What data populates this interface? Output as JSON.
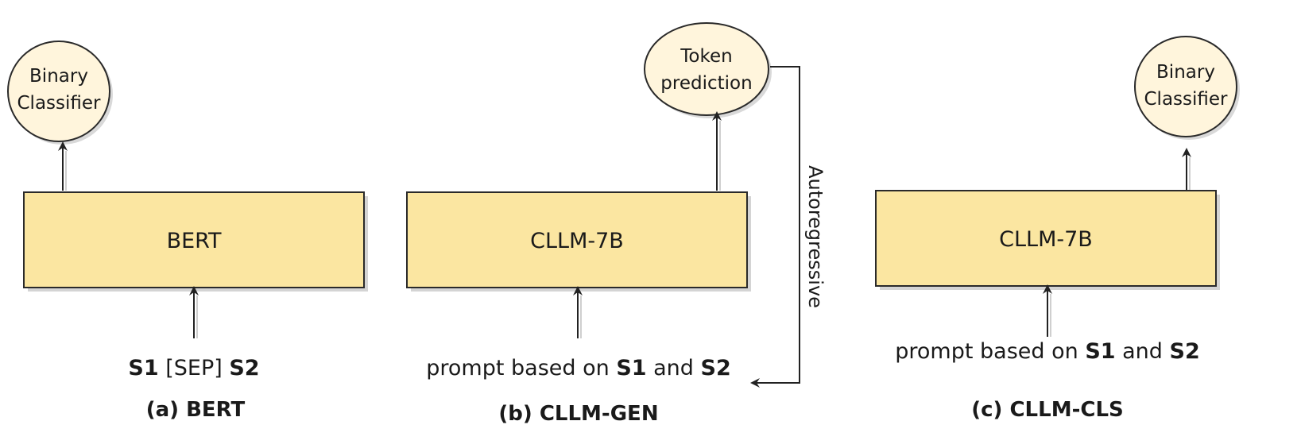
{
  "panels": [
    {
      "id": "a",
      "model_label": "BERT",
      "head_label_lines": [
        "Binary",
        "Classifier"
      ],
      "input_parts": [
        {
          "text": "S1",
          "bold": true
        },
        {
          "text": " [SEP] ",
          "bold": false
        },
        {
          "text": "S2",
          "bold": true
        }
      ],
      "caption": "(a) BERT"
    },
    {
      "id": "b",
      "model_label": "CLLM-7B",
      "head_label_lines": [
        "Token",
        "prediction"
      ],
      "input_parts": [
        {
          "text": "prompt based on ",
          "bold": false
        },
        {
          "text": "S1",
          "bold": true
        },
        {
          "text": " and ",
          "bold": false
        },
        {
          "text": "S2",
          "bold": true
        }
      ],
      "caption": "(b) CLLM-GEN",
      "loop_label": "Autoregressive"
    },
    {
      "id": "c",
      "model_label": "CLLM-7B",
      "head_label_lines": [
        "Binary",
        "Classifier"
      ],
      "input_parts": [
        {
          "text": "prompt based on ",
          "bold": false
        },
        {
          "text": "S1",
          "bold": true
        },
        {
          "text": " and ",
          "bold": false
        },
        {
          "text": "S2",
          "bold": true
        }
      ],
      "caption": "(c) CLLM-CLS"
    }
  ],
  "colors": {
    "box_fill": "#fbe6a1",
    "ellipse_fill": "#fff5dc",
    "stroke": "#2a2a2a"
  }
}
